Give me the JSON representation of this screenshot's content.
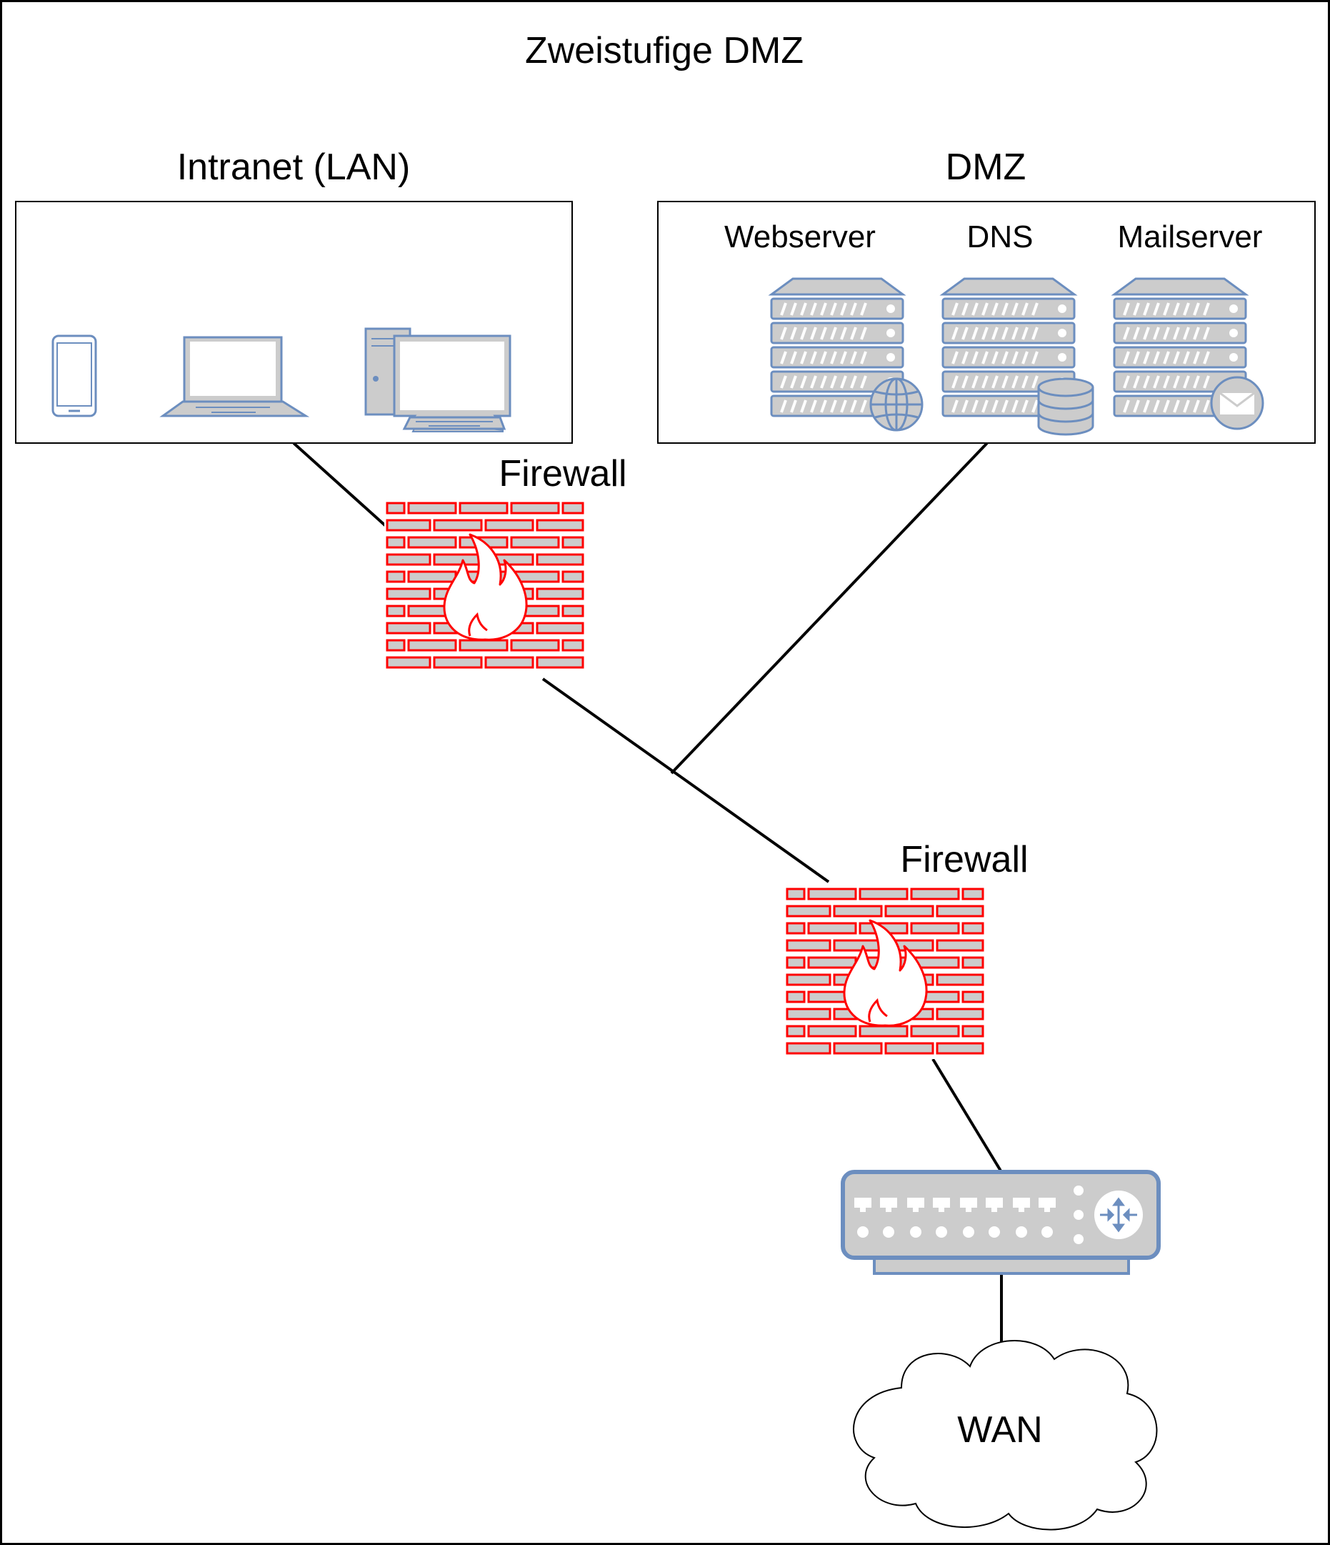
{
  "title": "Zweistufige DMZ",
  "zones": {
    "intranet": {
      "label": "Intranet (LAN)"
    },
    "dmz": {
      "label": "DMZ",
      "servers": [
        {
          "label": "Webserver",
          "badge": "globe-icon"
        },
        {
          "label": "DNS",
          "badge": "database-icon"
        },
        {
          "label": "Mailserver",
          "badge": "envelope-icon"
        }
      ]
    }
  },
  "firewalls": [
    {
      "label": "Firewall"
    },
    {
      "label": "Firewall"
    }
  ],
  "wan": {
    "label": "WAN"
  },
  "colors": {
    "device_stroke": "#6c8ebf",
    "device_fill": "#cccccc",
    "firewall_stroke": "#ff0000",
    "firewall_fill": "#cccccc",
    "line": "#000000"
  }
}
